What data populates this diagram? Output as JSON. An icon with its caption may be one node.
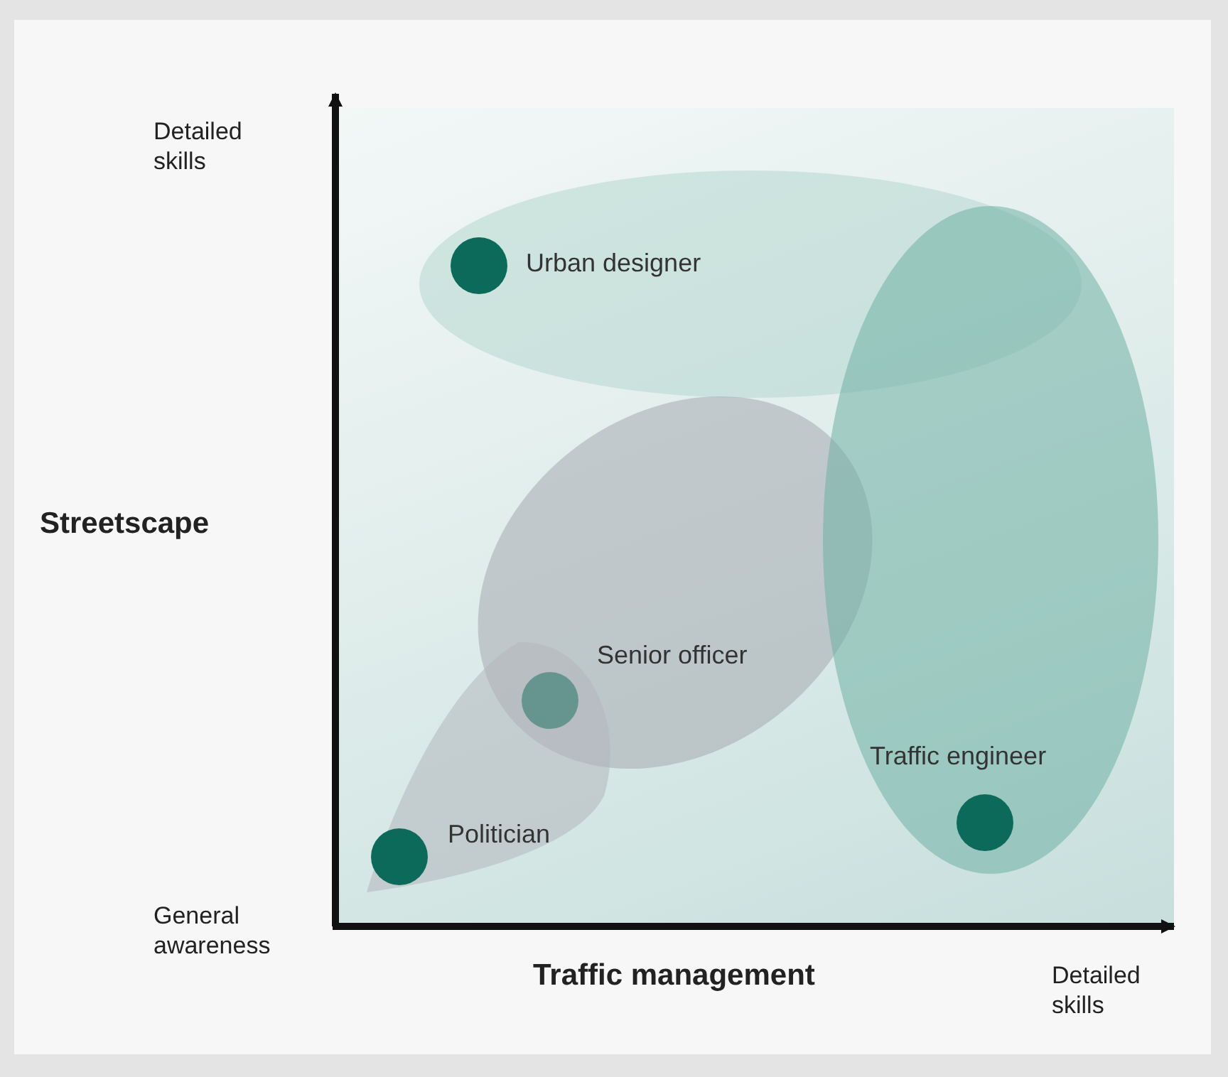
{
  "diagram": {
    "nodes": [
      {
        "text": [
          "Urban designer"
        ]
      },
      {
        "text": [
          "Senior officer"
        ]
      },
      {
        "text": [
          "Traffic engineer"
        ]
      },
      {
        "text": [
          "Politician"
        ]
      }
    ],
    "labels": [
      "Detailed skills",
      "Streetscape",
      "General awareness",
      "Traffic management",
      "Detailed skills"
    ]
  }
}
